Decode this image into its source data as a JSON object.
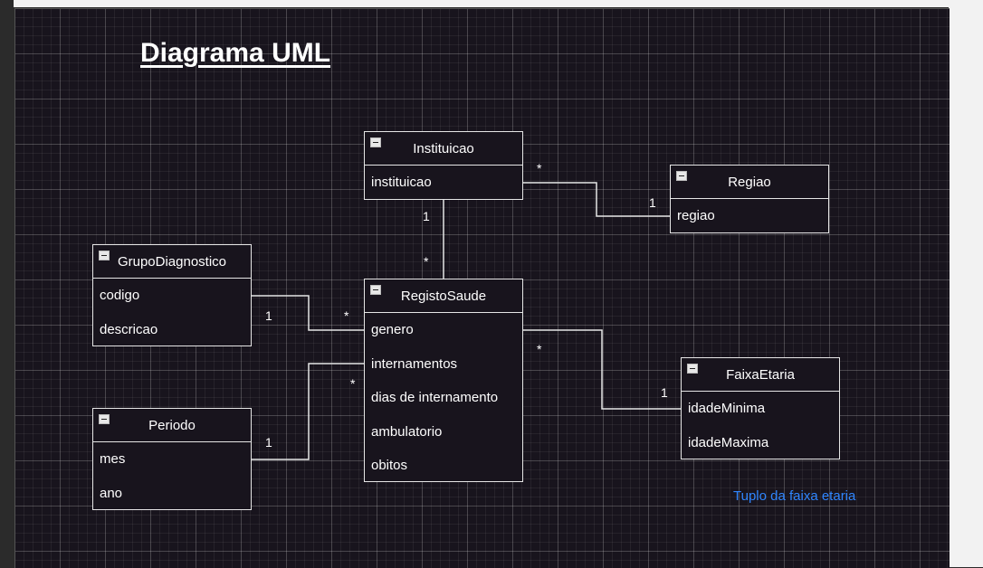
{
  "title": "Diagrama UML",
  "note": "Tuplo da faixa etaria",
  "classes": {
    "instituicao": {
      "name": "Instituicao",
      "attrs": [
        "instituicao"
      ]
    },
    "regiao": {
      "name": "Regiao",
      "attrs": [
        "regiao"
      ]
    },
    "grupo": {
      "name": "GrupoDiagnostico",
      "attrs": [
        "codigo",
        "descricao"
      ]
    },
    "registo": {
      "name": "RegistoSaude",
      "attrs": [
        "genero",
        "internamentos",
        "dias de internamento",
        "ambulatorio",
        "obitos"
      ]
    },
    "faixa": {
      "name": "FaixaEtaria",
      "attrs": [
        "idadeMinima",
        "idadeMaxima"
      ]
    },
    "periodo": {
      "name": "Periodo",
      "attrs": [
        "mes",
        "ano"
      ]
    }
  },
  "multiplicities": {
    "inst_regiao_star": "*",
    "inst_regiao_one": "1",
    "inst_registo_one": "1",
    "inst_registo_star": "*",
    "grupo_one": "1",
    "grupo_star": "*",
    "periodo_one": "1",
    "periodo_star": "*",
    "faixa_star": "*",
    "faixa_one": "1"
  },
  "colors": {
    "background": "#18141d",
    "border": "#e6e6e6",
    "note": "#2f86ff"
  }
}
